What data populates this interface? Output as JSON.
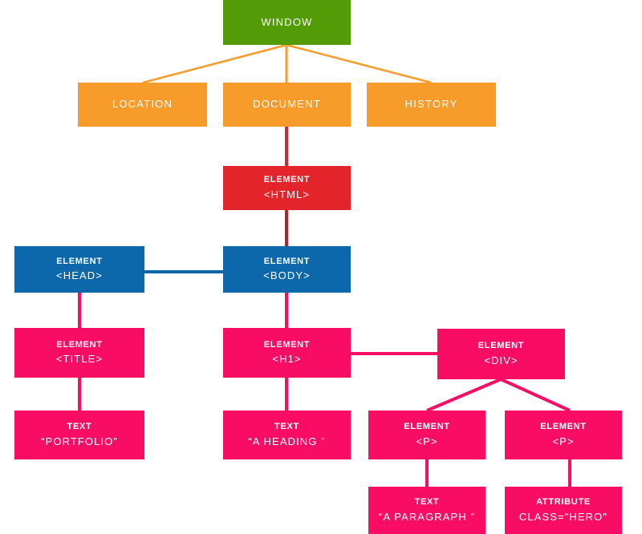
{
  "diagram": {
    "title": "DOM tree diagram",
    "colors": {
      "window": "#539c08",
      "bom": "#f79c2a",
      "html": "#e3242b",
      "structure": "#0d68ab",
      "content": "#f90d64",
      "background": "#ffffff",
      "text": "#ffffff"
    },
    "nodes": [
      {
        "id": "window",
        "kind": "WINDOW",
        "value": "",
        "color_key": "window"
      },
      {
        "id": "location",
        "kind": "LOCATION",
        "value": "",
        "color_key": "bom"
      },
      {
        "id": "document",
        "kind": "DOCUMENT",
        "value": "",
        "color_key": "bom"
      },
      {
        "id": "history",
        "kind": "HISTORY",
        "value": "",
        "color_key": "bom"
      },
      {
        "id": "html",
        "kind": "ELEMENT",
        "value": "<HTML>",
        "color_key": "html"
      },
      {
        "id": "head",
        "kind": "ELEMENT",
        "value": "<HEAD>",
        "color_key": "structure"
      },
      {
        "id": "body",
        "kind": "ELEMENT",
        "value": "<BODY>",
        "color_key": "structure"
      },
      {
        "id": "title",
        "kind": "ELEMENT",
        "value": "<TITLE>",
        "color_key": "content"
      },
      {
        "id": "h1",
        "kind": "ELEMENT",
        "value": "<H1>",
        "color_key": "content"
      },
      {
        "id": "div",
        "kind": "ELEMENT",
        "value": "<DIV>",
        "color_key": "content"
      },
      {
        "id": "text-port",
        "kind": "TEXT",
        "value": "“PORTFOLIO”",
        "color_key": "content"
      },
      {
        "id": "text-head",
        "kind": "TEXT",
        "value": "“A HEADING ”",
        "color_key": "content"
      },
      {
        "id": "p1",
        "kind": "ELEMENT",
        "value": "<P>",
        "color_key": "content"
      },
      {
        "id": "p2",
        "kind": "ELEMENT",
        "value": "<P>",
        "color_key": "content"
      },
      {
        "id": "text-para",
        "kind": "TEXT",
        "value": "“A PARAGRAPH ”",
        "color_key": "content"
      },
      {
        "id": "attr-hero",
        "kind": "ATTRIBUTE",
        "value": "CLASS=\"HERO\"",
        "color_key": "content"
      }
    ],
    "edges": [
      {
        "from": "window",
        "to": "location",
        "color_key": "bom"
      },
      {
        "from": "window",
        "to": "document",
        "color_key": "bom"
      },
      {
        "from": "window",
        "to": "history",
        "color_key": "bom"
      },
      {
        "from": "document",
        "to": "html",
        "color_key": "html"
      },
      {
        "from": "html",
        "to": "body",
        "color_key": "structure"
      },
      {
        "from": "head",
        "to": "body",
        "color_key": "structure"
      },
      {
        "from": "head",
        "to": "title",
        "color_key": "content"
      },
      {
        "from": "body",
        "to": "h1",
        "color_key": "content"
      },
      {
        "from": "h1",
        "to": "div",
        "color_key": "content"
      },
      {
        "from": "title",
        "to": "text-port",
        "color_key": "content"
      },
      {
        "from": "h1",
        "to": "text-head",
        "color_key": "content"
      },
      {
        "from": "div",
        "to": "p1",
        "color_key": "content"
      },
      {
        "from": "div",
        "to": "p2",
        "color_key": "content"
      },
      {
        "from": "p1",
        "to": "text-para",
        "color_key": "content"
      },
      {
        "from": "p2",
        "to": "attr-hero",
        "color_key": "content"
      }
    ]
  }
}
